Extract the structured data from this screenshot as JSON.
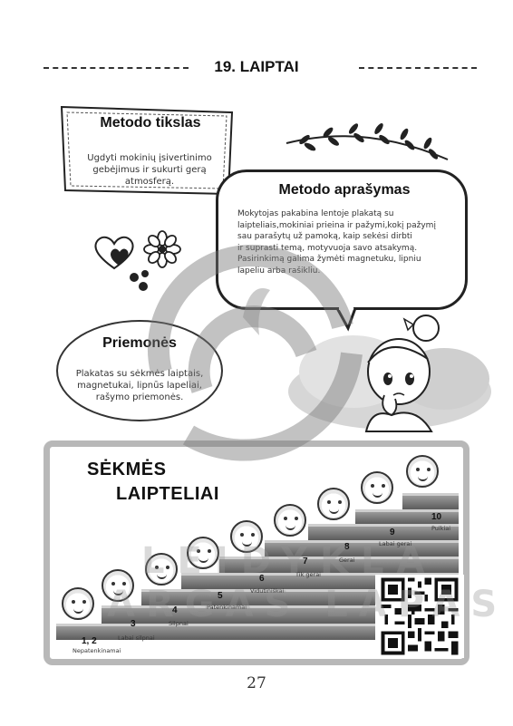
{
  "title": "19. LAIPTAI",
  "goal": {
    "heading": "Metodo tikslas",
    "lines": [
      "Ugdyti mokinių įsivertinimo",
      "gebėjimus ir sukurti gerą",
      "atmosferą."
    ]
  },
  "description": {
    "heading": "Metodo aprašymas",
    "lines": [
      "Mokytojas pakabina lentoje plakatą su",
      "laipteliais,mokiniai prieina ir pažymi,kokį pažymį",
      "sau parašytų už pamoką, kaip sekėsi dirbti",
      "ir suprasti temą, motyvuoja savo atsakymą.",
      "Pasirinkimą galima žymėti magnetuku, lipniu",
      "lapeliu arba rašikliu."
    ]
  },
  "materials": {
    "heading": "Priemonės",
    "lines": [
      "Plakatas su sėkmės laiptais,",
      "magnetukai, lipnūs lapeliai,",
      "rašymo priemonės."
    ]
  },
  "stairs": {
    "title_line1": "SĖKMĖS",
    "title_line2": "LAIPTELIAI",
    "steps": [
      {
        "num": "1, 2",
        "label": "Nepatenkinamai"
      },
      {
        "num": "3",
        "label": "Labai silpnai"
      },
      {
        "num": "4",
        "label": "Silpnai"
      },
      {
        "num": "5",
        "label": "Patenkinamai"
      },
      {
        "num": "6",
        "label": "Vidutiniškai"
      },
      {
        "num": "7",
        "label": "Tik gerai"
      },
      {
        "num": "8",
        "label": "Gerai"
      },
      {
        "num": "9",
        "label": "Labai gerai"
      },
      {
        "num": "10",
        "label": "Puikiai"
      }
    ]
  },
  "watermark": {
    "line1": "LEIDYKLA",
    "line2": "ARGAS LAPAS"
  },
  "page_number": "27",
  "colors": {
    "frame": "#b8b8b8",
    "stairs": "#6e6e6e",
    "ink": "#222222"
  },
  "icons": [
    "heart-icon",
    "flower-icon",
    "leaf-branch-icon",
    "girl-illustration",
    "qr-code"
  ]
}
